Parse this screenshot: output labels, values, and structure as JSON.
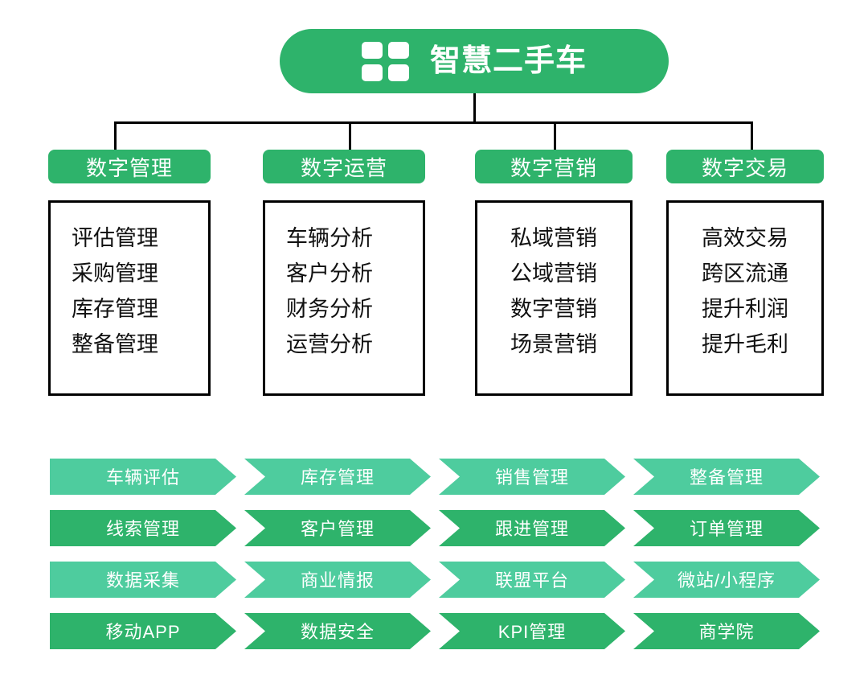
{
  "colors": {
    "green_dark": "#2eb36b",
    "green_light": "#4ecc9e",
    "line": "#000000",
    "text_light": "#ffffff",
    "text_dark": "#111111"
  },
  "title": {
    "text": "智慧二手车",
    "icon": "grid-four-squares-icon"
  },
  "branches": [
    {
      "header": "数字管理",
      "align": "left",
      "items": [
        "评估管理",
        "采购管理",
        "库存管理",
        "整备管理"
      ]
    },
    {
      "header": "数字运营",
      "align": "left",
      "items": [
        "车辆分析",
        "客户分析",
        "财务分析",
        "运营分析"
      ]
    },
    {
      "header": "数字营销",
      "align": "center",
      "items": [
        "私域营销",
        "公域营销",
        "数字营销",
        "场景营销"
      ]
    },
    {
      "header": "数字交易",
      "align": "center",
      "items": [
        "高效交易",
        "跨区流通",
        "提升利润",
        "提升毛利"
      ]
    }
  ],
  "flow_rows": [
    {
      "tone": "light",
      "steps": [
        "车辆评估",
        "库存管理",
        "销售管理",
        "整备管理"
      ]
    },
    {
      "tone": "dark",
      "steps": [
        "线索管理",
        "客户管理",
        "跟进管理",
        "订单管理"
      ]
    },
    {
      "tone": "light",
      "steps": [
        "数据采集",
        "商业情报",
        "联盟平台",
        "微站/小程序"
      ]
    },
    {
      "tone": "dark",
      "steps": [
        "移动APP",
        "数据安全",
        "KPI管理",
        "商学院"
      ]
    }
  ]
}
